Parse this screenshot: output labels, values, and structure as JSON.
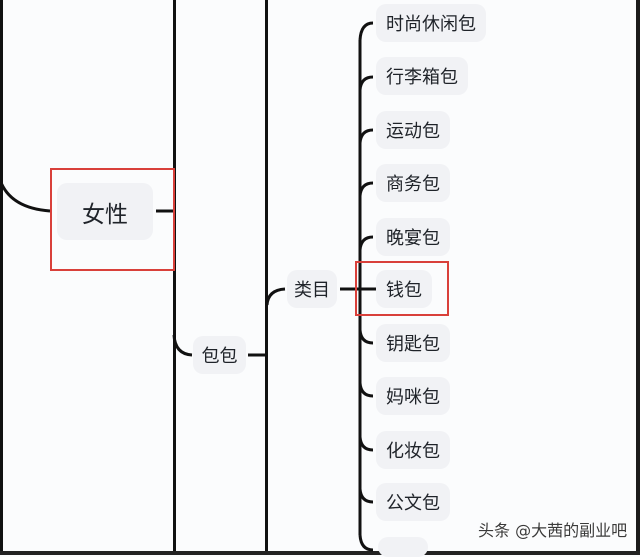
{
  "mindmap": {
    "root": {
      "label": "女性"
    },
    "branch": {
      "label": "包包"
    },
    "sub_branch": {
      "label": "类目"
    },
    "leaves": [
      {
        "label": "时尚休闲包"
      },
      {
        "label": "行李箱包"
      },
      {
        "label": "运动包"
      },
      {
        "label": "商务包"
      },
      {
        "label": "晚宴包"
      },
      {
        "label": "钱包"
      },
      {
        "label": "钥匙包"
      },
      {
        "label": "妈咪包"
      },
      {
        "label": "化妆包"
      },
      {
        "label": "公文包"
      },
      {
        "label": ""
      }
    ],
    "highlighted": [
      "女性",
      "钱包"
    ]
  },
  "colors": {
    "background": "#fbfcfd",
    "node_fill": "#f1f2f5",
    "line": "#111111",
    "highlight": "#d9403a"
  },
  "watermark": {
    "text": "头条 @大茜的副业吧"
  }
}
